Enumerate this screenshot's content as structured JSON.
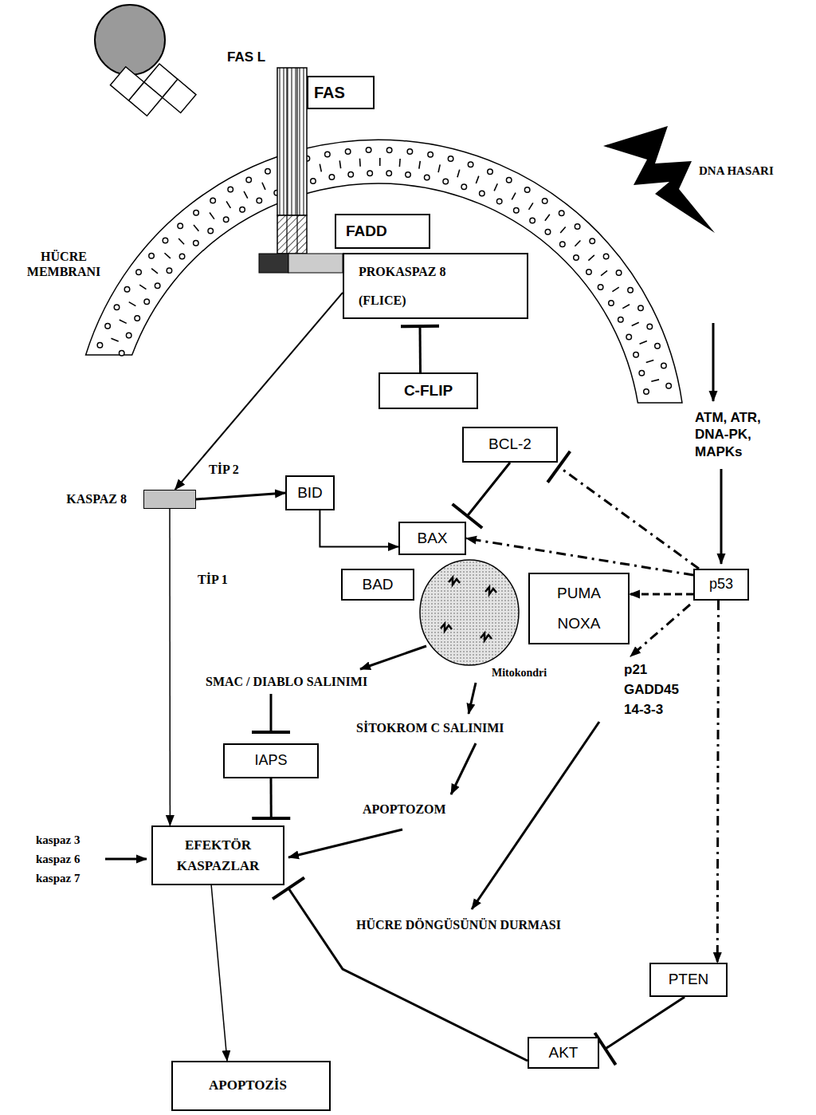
{
  "diagram": {
    "nodes": [
      {
        "text": [
          "FAS"
        ]
      },
      {
        "text": [
          "FADD"
        ]
      },
      {
        "text": [
          "PROKASPAZ 8 (FLICE)"
        ]
      },
      {
        "text": [
          "C-FLIP"
        ]
      },
      {
        "text": [
          "BCL-2"
        ]
      },
      {
        "text": [
          "KASPAZ 8"
        ]
      },
      {
        "text": [
          "BID"
        ]
      },
      {
        "text": [
          "BAX"
        ]
      },
      {
        "text": [
          "BAD"
        ]
      },
      {
        "text": [
          "Mitokondri"
        ]
      },
      {
        "text": [
          "PUMA NOXA"
        ]
      },
      {
        "text": [
          "p53"
        ]
      },
      {
        "text": [
          "IAPS"
        ]
      },
      {
        "text": [
          "EFEKTÖR KASPAZLAR"
        ]
      },
      {
        "text": [
          "PTEN"
        ]
      },
      {
        "text": [
          "AKT"
        ]
      },
      {
        "text": [
          "APOPTOZİS"
        ]
      }
    ],
    "edges": [
      {
        "from": 2,
        "to": 5,
        "arrow": "to"
      },
      {
        "from": 3,
        "to": 2,
        "arrow": "to"
      },
      {
        "from": 5,
        "to": 6,
        "label": "TİP 2",
        "arrow": "to"
      },
      {
        "from": 5,
        "to": 13,
        "label": "TİP 1",
        "arrow": "to"
      },
      {
        "from": 6,
        "to": 7,
        "arrow": "to"
      },
      {
        "from": 4,
        "to": 7,
        "arrow": "to"
      },
      {
        "from": 11,
        "to": 7,
        "arrow": "to"
      },
      {
        "from": 11,
        "to": 4,
        "arrow": "to"
      },
      {
        "from": 11,
        "to": 10,
        "arrow": "to"
      },
      {
        "from": 11,
        "to": 14,
        "arrow": "to"
      },
      {
        "from": 14,
        "to": 15,
        "arrow": "to"
      },
      {
        "from": 15,
        "to": 13,
        "arrow": "to"
      },
      {
        "from": 12,
        "to": 13,
        "arrow": "to"
      },
      {
        "from": 13,
        "to": 16,
        "arrow": "to"
      }
    ],
    "labels": [
      "FAS L",
      "HÜCRE MEMBRANI",
      "DNA HASARI",
      "ATM, ATR, DNA-PK, MAPKs",
      "SMAC / DIABLO SALINIMI",
      "SİTOKROM C SALINIMI",
      "p21",
      "GADD45",
      "14-3-3",
      "APOPTOZOM",
      "kaspaz 3",
      "kaspaz 6",
      "kaspaz 7",
      "HÜCRE DÖNGÜSÜNÜN DURMASI"
    ]
  }
}
